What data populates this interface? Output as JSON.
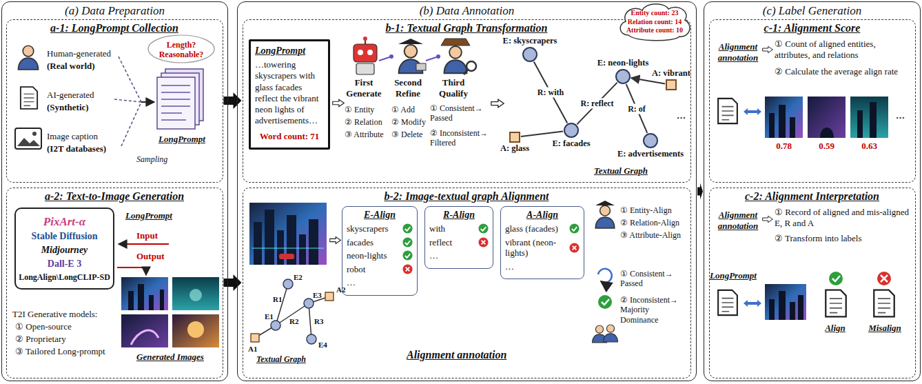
{
  "diagram": {
    "nodes": [
      {
        "text": [
          "(a) Data Preparation"
        ]
      },
      {
        "text": [
          "a-1: LongPrompt Collection"
        ],
        "in": 0
      },
      {
        "text": [
          "a-2: Text-to-Image Generation"
        ],
        "in": 0
      },
      {
        "text": [
          "(b) Data Annotation"
        ]
      },
      {
        "text": [
          "b-1: Textual Graph Transformation"
        ],
        "in": 3
      },
      {
        "text": [
          "b-2: Image-textual graph Alignment"
        ],
        "in": 3
      },
      {
        "text": [
          "(c) Label Generation"
        ]
      },
      {
        "text": [
          "c-1: Alignment Score"
        ],
        "in": 6
      },
      {
        "text": [
          "c-2: Alignment Interpretation"
        ],
        "in": 6
      },
      {
        "text": [
          "PixArt-α",
          "Stable Diffusion",
          "Midjourney",
          "Dall-E 3",
          "LongAlign\\LongCLIP-SD"
        ],
        "in": 2
      },
      {
        "text": [
          "LongPrompt",
          "…towering skyscrapers with glass facades reflect the vibrant neon lights of advertisements…",
          "Word count: 71"
        ],
        "in": 4
      },
      {
        "text": [
          "Entity count: 23",
          "Relation count: 14",
          "Attribute count: 10"
        ],
        "in": 4
      },
      {
        "text": [
          "E-Align",
          "skyscrapers",
          "facades",
          "neon-lights",
          "robot",
          "…"
        ],
        "in": 5
      },
      {
        "text": [
          "R-Align",
          "with",
          "reflect",
          "…"
        ],
        "in": 5
      },
      {
        "text": [
          "A-Align",
          "glass (facades)",
          "vibrant (neon-lights)",
          "…"
        ],
        "in": 5
      },
      {
        "text": [
          "E: skyscrapers"
        ],
        "in": 4
      },
      {
        "text": [
          "E: facades"
        ],
        "in": 4
      },
      {
        "text": [
          "E: neon-lights"
        ],
        "in": 4
      },
      {
        "text": [
          "E: advertisements"
        ],
        "in": 4
      },
      {
        "text": [
          "A: glass"
        ],
        "in": 4
      },
      {
        "text": [
          "A: vibrant"
        ],
        "in": 4
      }
    ],
    "edges": [
      {
        "from": 1,
        "to": 4,
        "arrow": "to"
      },
      {
        "from": 2,
        "to": 5,
        "arrow": "to"
      },
      {
        "from": 3,
        "to": 6,
        "arrow": "to"
      },
      {
        "from": 15,
        "to": 16,
        "label": "R: with",
        "arrow": "none"
      },
      {
        "from": 16,
        "to": 17,
        "label": "R: reflect",
        "arrow": "none"
      },
      {
        "from": 17,
        "to": 18,
        "label": "R: of",
        "arrow": "none"
      },
      {
        "from": 19,
        "to": 16,
        "arrow": "none"
      },
      {
        "from": 20,
        "to": 17,
        "arrow": "to"
      }
    ],
    "labels": [
      "Human-generated",
      "(Real world)",
      "AI-generated",
      "(Synthetic)",
      "Image caption",
      "(I2T databases)",
      "Sampling",
      "Length? Reasonable?",
      "LongPrompt",
      "LongPrompt",
      "Input",
      "Output",
      "Generated Images",
      "T2I Generative models:",
      "① Open-source",
      "② Proprietary",
      "③ Tailored Long-prompt",
      "First Generate",
      "① Entity",
      "② Relation",
      "③ Attribute",
      "Second Refine",
      "① Add",
      "② Modify",
      "③ Delete",
      "Third Qualify",
      "① Consistent→ Passed",
      "② Inconsistent→ Filtered",
      "Textual Graph",
      "…",
      "E1",
      "E2",
      "E3",
      "E4",
      "R1",
      "R2",
      "R3",
      "A1",
      "A2",
      "Textual Graph",
      "Alignment annotation",
      "① Entity-Align",
      "② Relation-Align",
      "③ Attribute-Align",
      "① Consistent→ Passed",
      "② Inconsistent→ Majority Dominance",
      "Alignment annotation",
      "① Count of aligned entities, attributes, and relations",
      "② Calculate the average align rate",
      "0.78",
      "0.59",
      "0.63",
      "…",
      "Alignment annotation",
      "① Record of aligned and mis-aligned E, R and A",
      "② Transform into labels",
      "LongPrompt",
      "Align",
      "Misalign"
    ]
  }
}
